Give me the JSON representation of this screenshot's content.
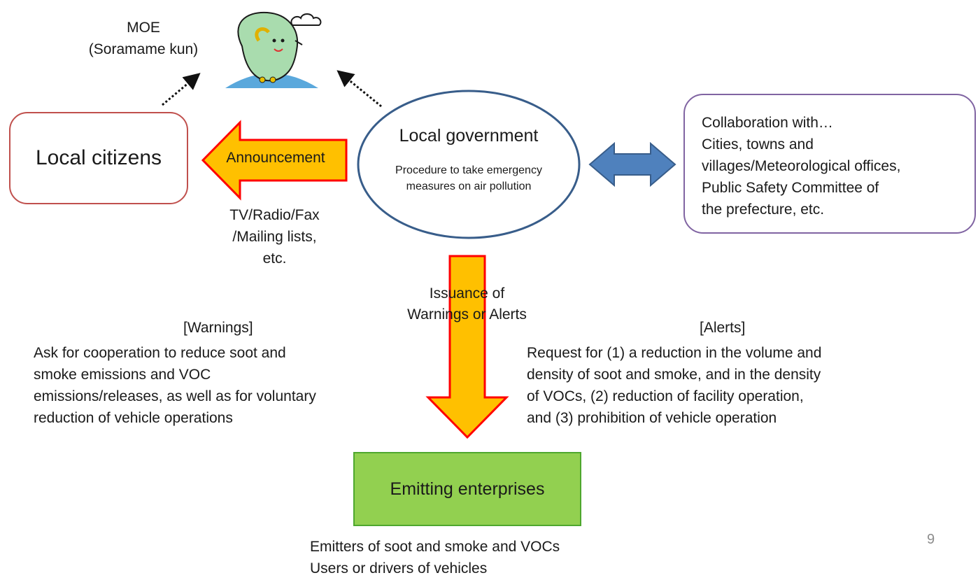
{
  "moe_label": [
    "MOE",
    "(Soramame kun)"
  ],
  "local_citizens": "Local citizens",
  "local_government": {
    "title": "Local government",
    "subtitle": [
      "Procedure to take emergency",
      "measures on air pollution"
    ]
  },
  "collaboration": [
    "Collaboration with…",
    "Cities, towns and",
    "villages/Meteorological offices,",
    "Public Safety Committee of",
    "the prefecture, etc."
  ],
  "announcement": "Announcement",
  "media": [
    "TV/Radio/Fax",
    "/Mailing lists,",
    "etc."
  ],
  "issuance": [
    "Issuance of",
    "Warnings or Alerts"
  ],
  "warnings": {
    "heading": "[Warnings]",
    "lines": [
      "Ask for cooperation to reduce soot and",
      "smoke emissions and VOC",
      "emissions/releases, as well as for voluntary",
      "reduction of vehicle operations"
    ]
  },
  "alerts": {
    "heading": "[Alerts]",
    "lines": [
      "Request for (1) a reduction in the volume and",
      "density of soot and smoke, and in the density",
      "of VOCs, (2) reduction of facility operation,",
      "and (3) prohibition of vehicle operation"
    ]
  },
  "emitting_enterprises": "Emitting enterprises",
  "emitters": [
    "Emitters of soot and smoke and VOCs",
    "Users or drivers of vehicles"
  ],
  "page_number": "9",
  "colors": {
    "arrow_fill": "#ffc000",
    "arrow_stroke": "#ff0000",
    "double_arrow": "#4f81bd",
    "ellipse_stroke": "#385d8a",
    "citizens_border": "#c0504d",
    "collab_border": "#8064a2",
    "enterprise_fill": "#92d050",
    "mascot_body": "#a9dcae",
    "mascot_ground": "#5aa8dc"
  },
  "icons": [
    "soramame-mascot-icon",
    "cloud-icon"
  ]
}
